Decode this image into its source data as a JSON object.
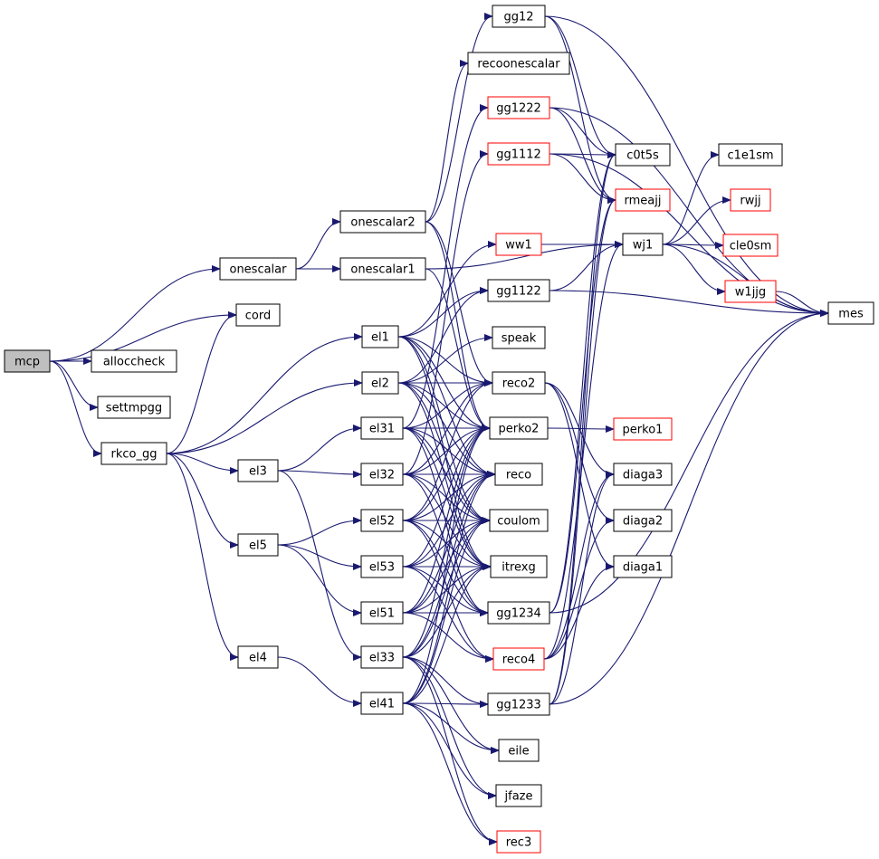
{
  "graph": {
    "colors": {
      "edge": "#191970",
      "node_border": "#000000",
      "node_border_truncated": "#ff0000",
      "node_fill": "#ffffff",
      "root_fill": "#bfbfbf"
    },
    "nodes": [
      {
        "id": "mcp",
        "label": "mcp",
        "root": true
      },
      {
        "id": "alloccheck",
        "label": "alloccheck"
      },
      {
        "id": "settmpgg",
        "label": "settmpgg"
      },
      {
        "id": "rkco_gg",
        "label": "rkco_gg"
      },
      {
        "id": "onescalar",
        "label": "onescalar"
      },
      {
        "id": "cord",
        "label": "cord"
      },
      {
        "id": "el3",
        "label": "el3"
      },
      {
        "id": "el5",
        "label": "el5"
      },
      {
        "id": "el4",
        "label": "el4"
      },
      {
        "id": "onescalar2",
        "label": "onescalar2"
      },
      {
        "id": "onescalar1",
        "label": "onescalar1"
      },
      {
        "id": "el1",
        "label": "el1"
      },
      {
        "id": "el2",
        "label": "el2"
      },
      {
        "id": "el31",
        "label": "el31"
      },
      {
        "id": "el32",
        "label": "el32"
      },
      {
        "id": "el52",
        "label": "el52"
      },
      {
        "id": "el53",
        "label": "el53"
      },
      {
        "id": "el51",
        "label": "el51"
      },
      {
        "id": "el33",
        "label": "el33"
      },
      {
        "id": "el41",
        "label": "el41"
      },
      {
        "id": "gg12",
        "label": "gg12"
      },
      {
        "id": "recoonescalar",
        "label": "recoonescalar"
      },
      {
        "id": "gg1222",
        "label": "gg1222",
        "truncated": true
      },
      {
        "id": "gg1112",
        "label": "gg1112",
        "truncated": true
      },
      {
        "id": "ww1",
        "label": "ww1",
        "truncated": true
      },
      {
        "id": "gg1122",
        "label": "gg1122"
      },
      {
        "id": "speak",
        "label": "speak"
      },
      {
        "id": "reco2",
        "label": "reco2"
      },
      {
        "id": "perko2",
        "label": "perko2"
      },
      {
        "id": "reco",
        "label": "reco"
      },
      {
        "id": "coulom",
        "label": "coulom"
      },
      {
        "id": "itrexg",
        "label": "itrexg"
      },
      {
        "id": "gg1234",
        "label": "gg1234"
      },
      {
        "id": "reco4",
        "label": "reco4",
        "truncated": true
      },
      {
        "id": "gg1233",
        "label": "gg1233"
      },
      {
        "id": "eile",
        "label": "eile"
      },
      {
        "id": "jfaze",
        "label": "jfaze"
      },
      {
        "id": "rec3",
        "label": "rec3",
        "truncated": true
      },
      {
        "id": "c0t5s",
        "label": "c0t5s"
      },
      {
        "id": "rmeajj",
        "label": "rmeajj",
        "truncated": true
      },
      {
        "id": "wj1",
        "label": "wj1"
      },
      {
        "id": "perko1",
        "label": "perko1",
        "truncated": true
      },
      {
        "id": "diaga3",
        "label": "diaga3"
      },
      {
        "id": "diaga2",
        "label": "diaga2"
      },
      {
        "id": "diaga1",
        "label": "diaga1"
      },
      {
        "id": "c1e1sm",
        "label": "c1e1sm"
      },
      {
        "id": "rwjj",
        "label": "rwjj",
        "truncated": true
      },
      {
        "id": "cle0sm",
        "label": "cle0sm",
        "truncated": true
      },
      {
        "id": "w1jjg",
        "label": "w1jjg",
        "truncated": true
      },
      {
        "id": "mes",
        "label": "mes"
      }
    ],
    "edges": [
      [
        "mcp",
        "alloccheck"
      ],
      [
        "mcp",
        "settmpgg"
      ],
      [
        "mcp",
        "rkco_gg"
      ],
      [
        "mcp",
        "onescalar"
      ],
      [
        "mcp",
        "cord"
      ],
      [
        "rkco_gg",
        "cord"
      ],
      [
        "rkco_gg",
        "el1"
      ],
      [
        "rkco_gg",
        "el2"
      ],
      [
        "rkco_gg",
        "el3"
      ],
      [
        "rkco_gg",
        "el5"
      ],
      [
        "rkco_gg",
        "el4"
      ],
      [
        "onescalar",
        "onescalar2"
      ],
      [
        "onescalar",
        "onescalar1"
      ],
      [
        "onescalar2",
        "gg12"
      ],
      [
        "onescalar2",
        "recoonescalar"
      ],
      [
        "onescalar2",
        "reco2"
      ],
      [
        "onescalar2",
        "perko2"
      ],
      [
        "onescalar1",
        "wj1"
      ],
      [
        "onescalar1",
        "perko2"
      ],
      [
        "el3",
        "el31"
      ],
      [
        "el3",
        "el32"
      ],
      [
        "el3",
        "el33"
      ],
      [
        "el5",
        "el52"
      ],
      [
        "el5",
        "el53"
      ],
      [
        "el5",
        "el51"
      ],
      [
        "el4",
        "el41"
      ],
      [
        "el1",
        "ww1"
      ],
      [
        "el1",
        "gg1122"
      ],
      [
        "el1",
        "reco2"
      ],
      [
        "el1",
        "perko2"
      ],
      [
        "el1",
        "reco"
      ],
      [
        "el1",
        "coulom"
      ],
      [
        "el1",
        "itrexg"
      ],
      [
        "el2",
        "speak"
      ],
      [
        "el2",
        "reco2"
      ],
      [
        "el2",
        "perko2"
      ],
      [
        "el2",
        "reco"
      ],
      [
        "el2",
        "coulom"
      ],
      [
        "el2",
        "itrexg"
      ],
      [
        "el2",
        "gg1122"
      ],
      [
        "el31",
        "reco2"
      ],
      [
        "el31",
        "perko2"
      ],
      [
        "el31",
        "reco"
      ],
      [
        "el31",
        "coulom"
      ],
      [
        "el31",
        "itrexg"
      ],
      [
        "el31",
        "gg1234"
      ],
      [
        "el31",
        "gg1222"
      ],
      [
        "el32",
        "reco2"
      ],
      [
        "el32",
        "perko2"
      ],
      [
        "el32",
        "reco"
      ],
      [
        "el32",
        "coulom"
      ],
      [
        "el32",
        "itrexg"
      ],
      [
        "el32",
        "gg1234"
      ],
      [
        "el32",
        "gg1112"
      ],
      [
        "el52",
        "reco2"
      ],
      [
        "el52",
        "perko2"
      ],
      [
        "el52",
        "reco"
      ],
      [
        "el52",
        "coulom"
      ],
      [
        "el52",
        "itrexg"
      ],
      [
        "el52",
        "gg1234"
      ],
      [
        "el52",
        "reco4"
      ],
      [
        "el53",
        "perko2"
      ],
      [
        "el53",
        "reco"
      ],
      [
        "el53",
        "coulom"
      ],
      [
        "el53",
        "itrexg"
      ],
      [
        "el53",
        "gg1234"
      ],
      [
        "el53",
        "reco4"
      ],
      [
        "el51",
        "perko2"
      ],
      [
        "el51",
        "reco"
      ],
      [
        "el51",
        "coulom"
      ],
      [
        "el51",
        "itrexg"
      ],
      [
        "el51",
        "gg1234"
      ],
      [
        "el51",
        "reco4"
      ],
      [
        "el33",
        "perko2"
      ],
      [
        "el33",
        "reco"
      ],
      [
        "el33",
        "coulom"
      ],
      [
        "el33",
        "itrexg"
      ],
      [
        "el33",
        "gg1233"
      ],
      [
        "el33",
        "eile"
      ],
      [
        "el33",
        "jfaze"
      ],
      [
        "el33",
        "rec3"
      ],
      [
        "el41",
        "perko2"
      ],
      [
        "el41",
        "reco"
      ],
      [
        "el41",
        "coulom"
      ],
      [
        "el41",
        "itrexg"
      ],
      [
        "el41",
        "gg1233"
      ],
      [
        "el41",
        "eile"
      ],
      [
        "el41",
        "jfaze"
      ],
      [
        "el41",
        "rec3"
      ],
      [
        "gg12",
        "c0t5s"
      ],
      [
        "gg12",
        "rmeajj"
      ],
      [
        "gg12",
        "mes"
      ],
      [
        "gg1222",
        "c0t5s"
      ],
      [
        "gg1222",
        "rmeajj"
      ],
      [
        "gg1222",
        "mes"
      ],
      [
        "gg1112",
        "c0t5s"
      ],
      [
        "gg1112",
        "rmeajj"
      ],
      [
        "gg1112",
        "mes"
      ],
      [
        "ww1",
        "wj1"
      ],
      [
        "gg1122",
        "wj1"
      ],
      [
        "gg1122",
        "mes"
      ],
      [
        "reco2",
        "diaga3"
      ],
      [
        "reco2",
        "diaga2"
      ],
      [
        "reco2",
        "diaga1"
      ],
      [
        "perko2",
        "perko1"
      ],
      [
        "gg1234",
        "c0t5s"
      ],
      [
        "gg1234",
        "rmeajj"
      ],
      [
        "gg1234",
        "mes"
      ],
      [
        "reco4",
        "wj1"
      ],
      [
        "reco4",
        "diaga3"
      ],
      [
        "reco4",
        "diaga2"
      ],
      [
        "reco4",
        "diaga1"
      ],
      [
        "gg1233",
        "c0t5s"
      ],
      [
        "gg1233",
        "rmeajj"
      ],
      [
        "gg1233",
        "mes"
      ],
      [
        "gg1233",
        "diaga3"
      ],
      [
        "wj1",
        "c1e1sm"
      ],
      [
        "wj1",
        "rwjj"
      ],
      [
        "wj1",
        "cle0sm"
      ],
      [
        "wj1",
        "w1jjg"
      ],
      [
        "wj1",
        "mes"
      ],
      [
        "w1jjg",
        "mes"
      ]
    ]
  }
}
